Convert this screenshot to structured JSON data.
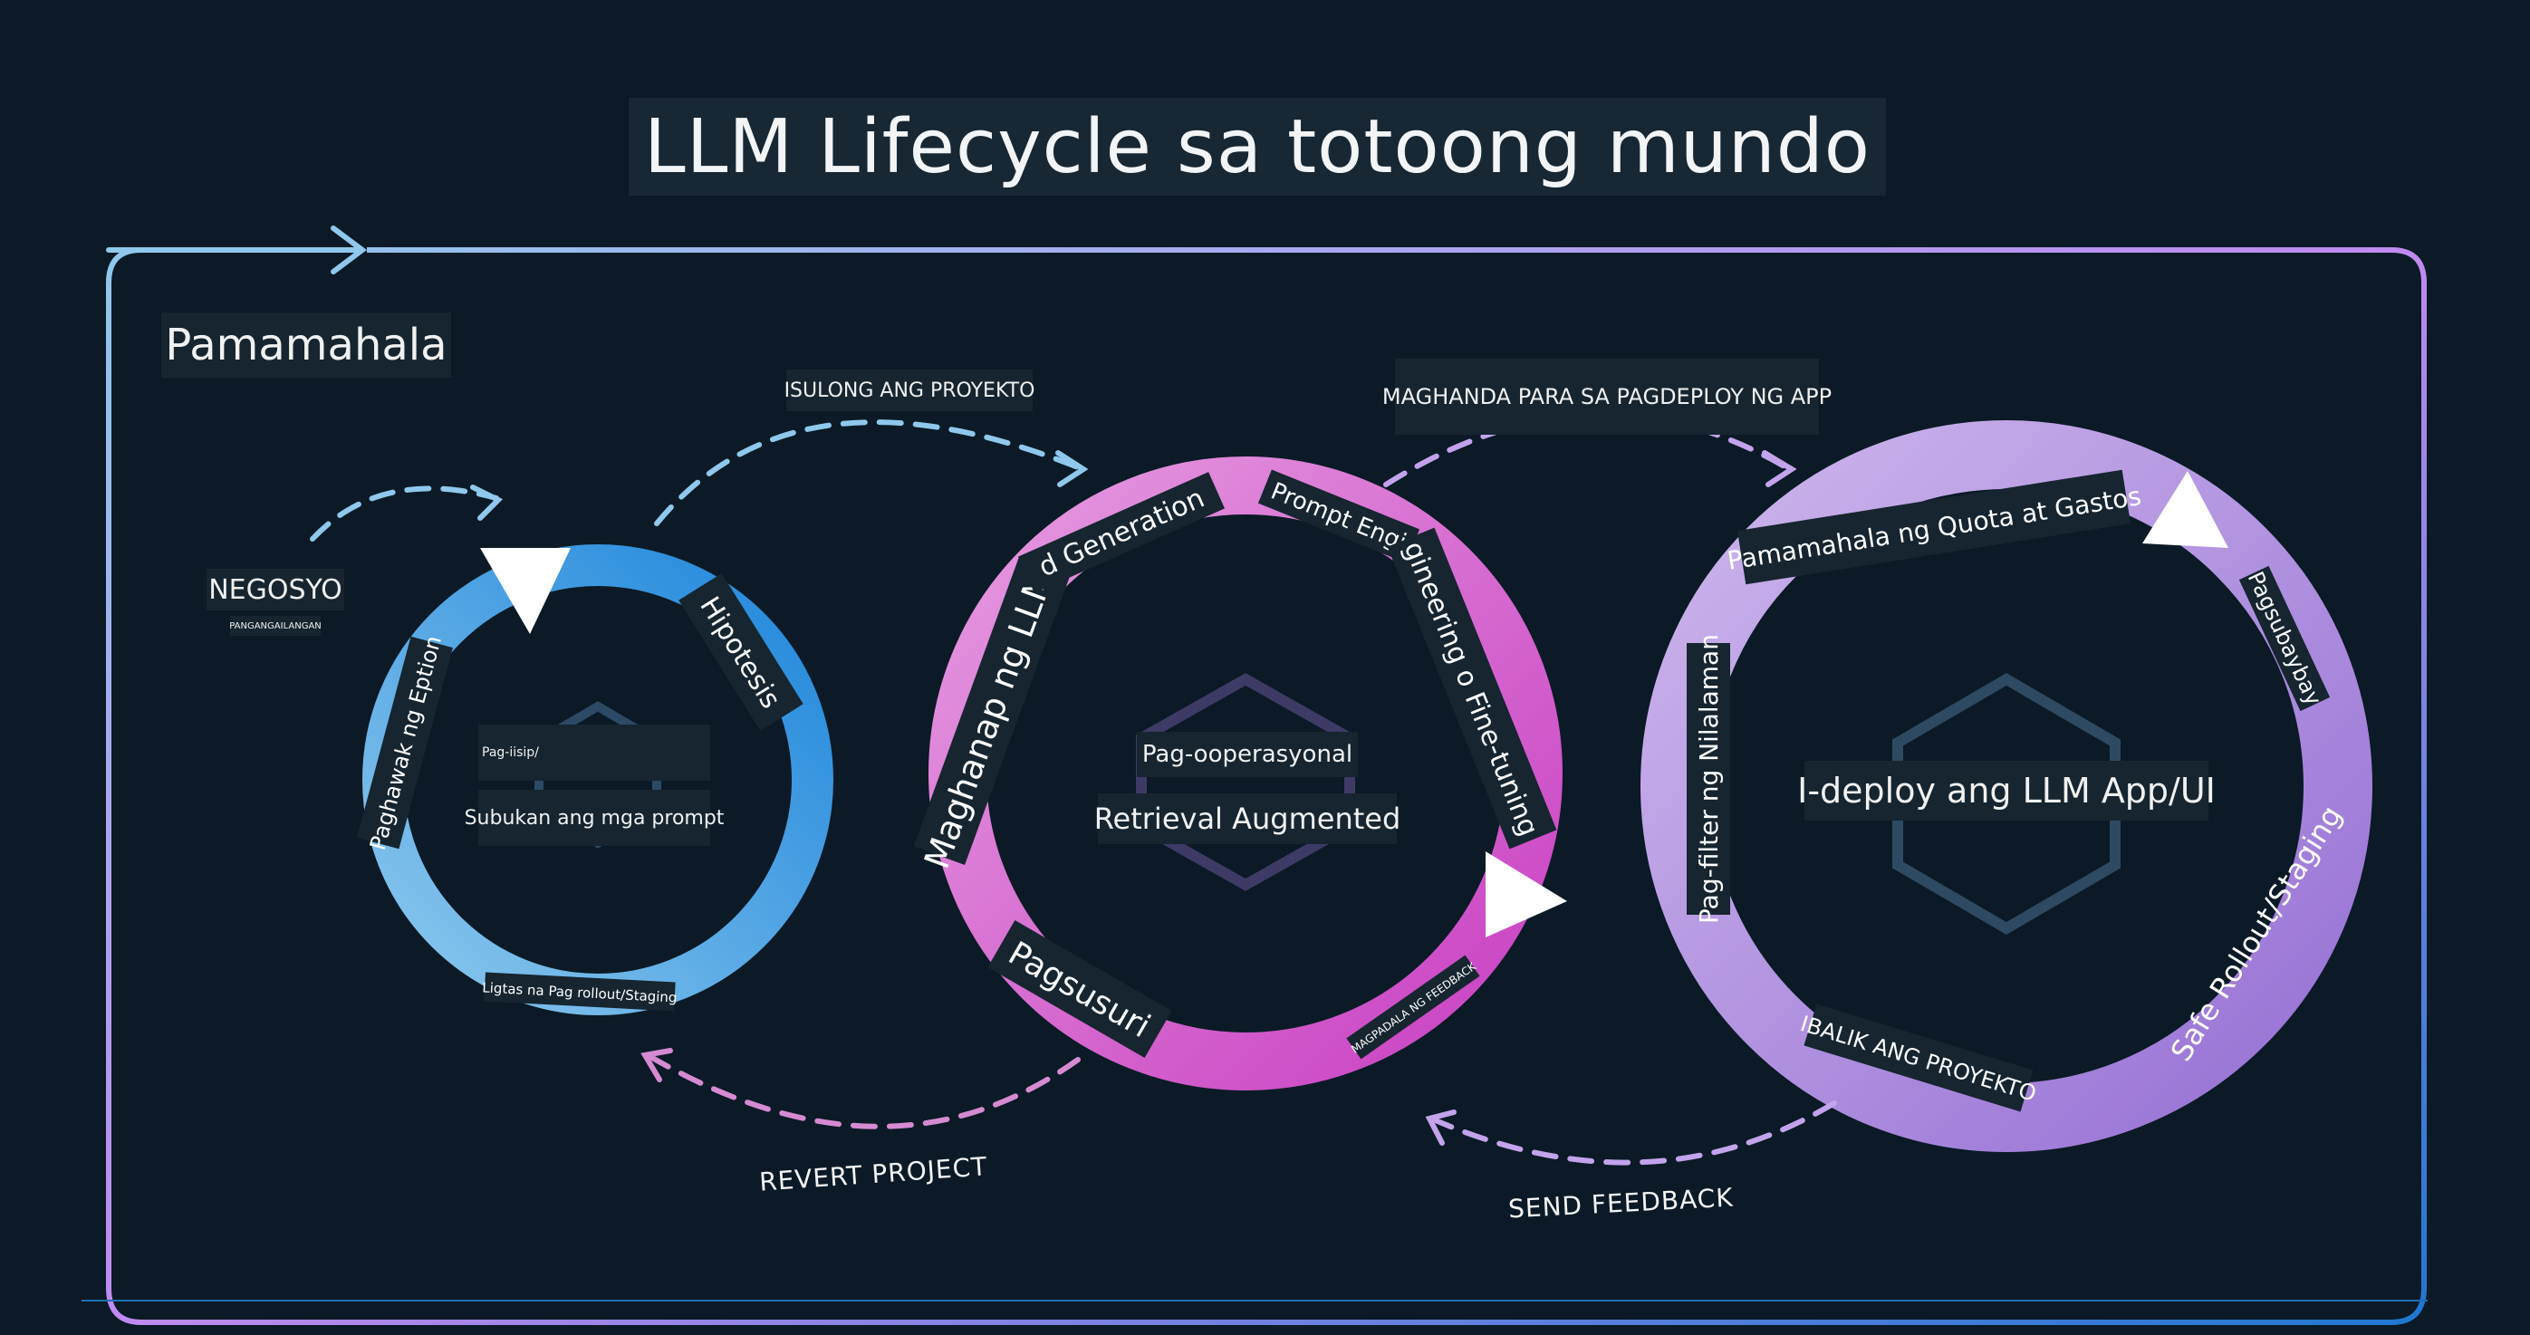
{
  "title": "LLM Lifecycle sa totoong mundo",
  "frame": {
    "label": "Pamamahala"
  },
  "business": {
    "label": "NEGOSYO",
    "sublabel": "PANGANGAILANGAN"
  },
  "flows": {
    "forward_1": "ISULONG ANG PROYEKTO",
    "forward_2": "MAGHANDA PARA SA PAGDEPLOY NG APP",
    "back_1": "REVERT PROJECT",
    "back_2": "SEND FEEDBACK"
  },
  "cycles": [
    {
      "id": "ideation",
      "center_small": "Pag-iisip/",
      "center_main": "Subukan ang mga prompt",
      "ring_labels": [
        "Paghawak ng Eption",
        "Hipotesis",
        "Ligtas na Pag rollout/Staging"
      ]
    },
    {
      "id": "building",
      "center_small": "Pag-ooperasyonal",
      "center_main": "Retrieval Augmented",
      "ring_labels": [
        "Maghanap ng LLMs",
        "d Generation",
        "Prompt Engi",
        "gineering o Fine-tuning",
        "Pagsusuri",
        "MAGPADALA NG FEEDBACK"
      ]
    },
    {
      "id": "operationalizing",
      "center_main": "I-deploy ang LLM App/UI",
      "ring_labels": [
        "Pamamahala ng Quota at Gastos",
        "Pagsubaybay",
        "Pag-filter ng Nilalaman",
        "Safe Rollout/Staging",
        "IBALIK ANG PROYEKTO"
      ]
    }
  ],
  "colors": {
    "background": "#0b1a26",
    "label_bg": "#16252f",
    "ideation": "#3d9be3",
    "building": "#d65fce",
    "operationalizing": "#b59be0",
    "frame_start": "#8fc8ec",
    "frame_mid": "#c08af0",
    "frame_end": "#1f78d1"
  }
}
